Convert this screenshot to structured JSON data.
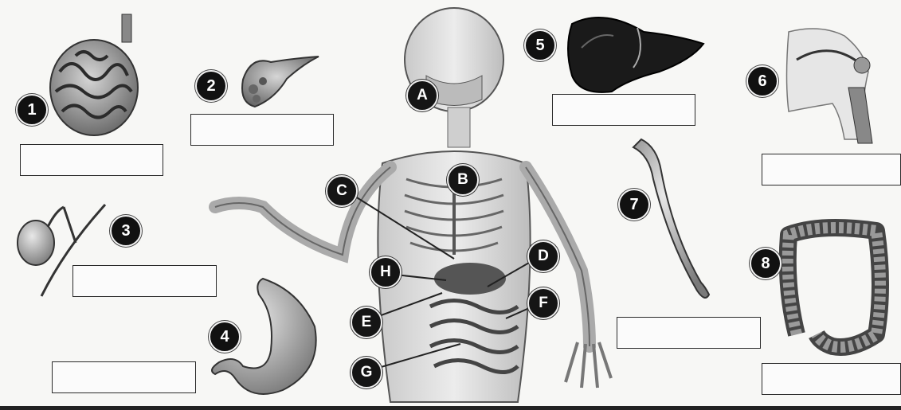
{
  "organ_numbers": [
    "1",
    "2",
    "3",
    "4",
    "5",
    "6",
    "7",
    "8"
  ],
  "body_letters": [
    "A",
    "B",
    "C",
    "D",
    "E",
    "F",
    "G",
    "H"
  ],
  "answer_boxes": [
    "",
    "",
    "",
    "",
    "",
    "",
    "",
    ""
  ],
  "colors": {
    "ink": "#111111",
    "shade": "#8a8a8a",
    "paper": "#f7f7f5"
  }
}
